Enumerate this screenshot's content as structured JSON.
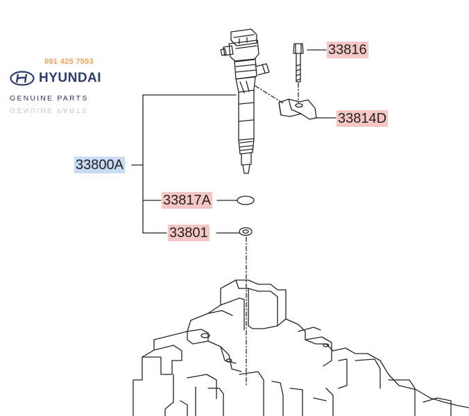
{
  "brand": {
    "phone": "091 425 7553",
    "name": "HYUNDAI",
    "tagline": "GENUINE PARTS",
    "colors": {
      "phone": "#f0a050",
      "logo": "#2a3d6e"
    }
  },
  "callouts": {
    "assembly": "33800A",
    "bolt": "33816",
    "clamp": "33814D",
    "oring": "33817A",
    "washer": "33801"
  },
  "colors": {
    "highlight_red": "#f5c6c3",
    "highlight_blue": "#c7dcf4",
    "line": "#222222"
  }
}
